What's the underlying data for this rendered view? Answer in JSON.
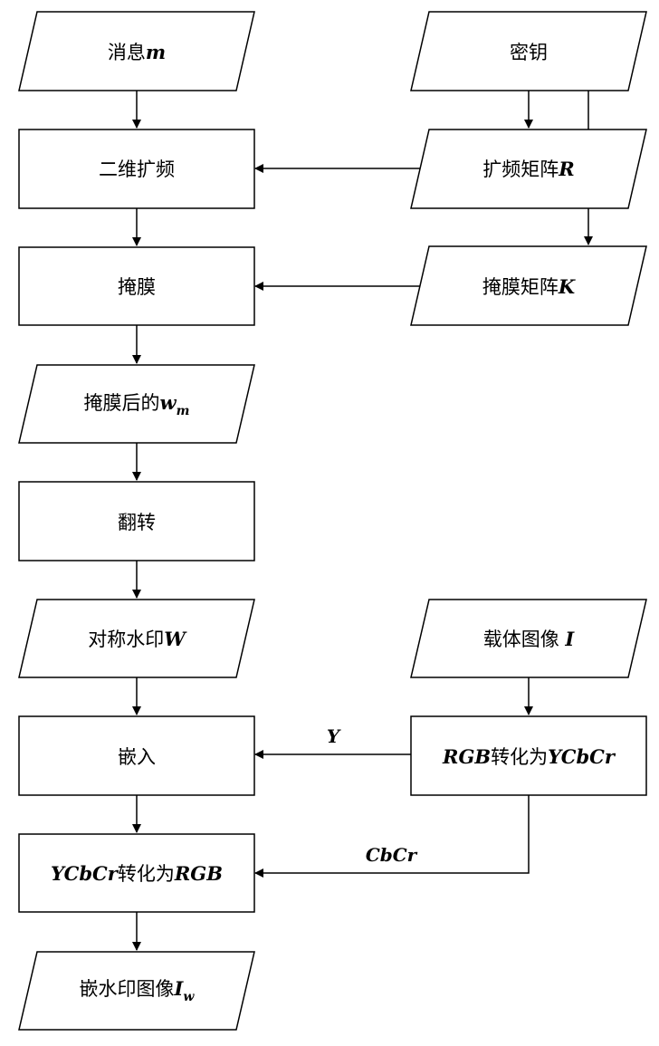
{
  "diagram": {
    "nodes": {
      "message": {
        "text": "消息",
        "var": "m"
      },
      "key": {
        "text": "密钥"
      },
      "spread2d": {
        "text": "二维扩频"
      },
      "spread_matrix": {
        "text": "扩频矩阵",
        "var": "R"
      },
      "mask": {
        "text": "掩膜"
      },
      "mask_matrix": {
        "text": "掩膜矩阵",
        "var": "K"
      },
      "masked": {
        "text": "掩膜后的",
        "var": "w",
        "sub": "m"
      },
      "flip": {
        "text": "翻转"
      },
      "sym_watermark": {
        "text": "对称水印",
        "var": "W"
      },
      "carrier": {
        "text": "载体图像 ",
        "var": "I"
      },
      "embed": {
        "text": "嵌入"
      },
      "rgb2ycbcr": {
        "pre": "RGB",
        "text": "转化为",
        "var": "YCbCr"
      },
      "ycbcr2rgb": {
        "pre": "YCbCr",
        "text": "转化为",
        "var": "RGB"
      },
      "watermarked": {
        "text": "嵌水印图像",
        "var": "I",
        "sub": "w"
      }
    },
    "edge_labels": {
      "y": "Y",
      "cbcr": "CbCr"
    }
  }
}
